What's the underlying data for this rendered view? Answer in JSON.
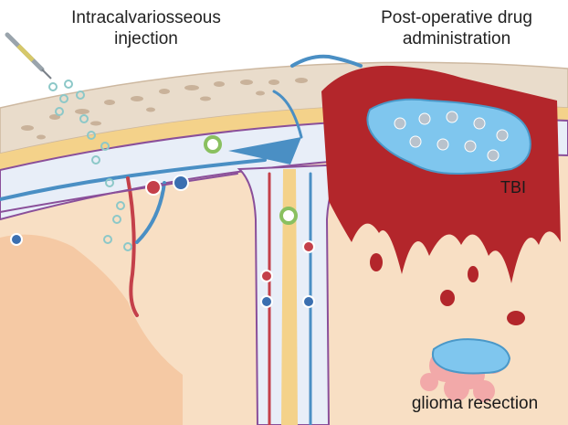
{
  "labels": {
    "intracalvariosseous": "Intracalvariosseous",
    "injection": "injection",
    "post_operative_drug": "Post-operative drug",
    "administration": "administration",
    "tbi": "TBI",
    "glioma_resection": "glioma resection"
  },
  "colors": {
    "bone": "#e9dccb",
    "bone_pore": "#c9b29a",
    "dura": "#f4d28a",
    "brain": "#f8dfc4",
    "brain_fold": "#f5c9a4",
    "vessel_blue": "#4a8fc4",
    "vessel_red": "#c4404a",
    "membrane_purple": "#8a4f9a",
    "blood": "#b3262b",
    "hydrogel": "#7fc6ee",
    "tumor": "#f2a9a9"
  }
}
